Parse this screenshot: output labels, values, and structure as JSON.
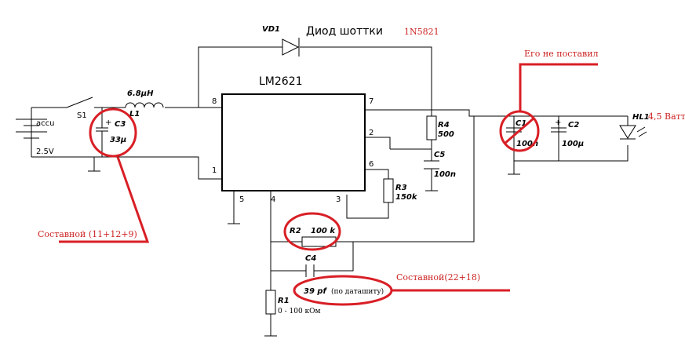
{
  "title": {
    "diode_label": "Диод шоттки",
    "diode_part": "1N5821"
  },
  "chip": {
    "name": "LM2621",
    "pins": [
      "8",
      "7",
      "2",
      "6",
      "1",
      "5",
      "4",
      "3"
    ]
  },
  "components": {
    "battery": {
      "name": "accu",
      "voltage": "2.5V"
    },
    "switch": {
      "name": "S1"
    },
    "inductor": {
      "value": "6.8μH",
      "name": "L1"
    },
    "c3": {
      "name": "C3",
      "value": "33μ"
    },
    "vd1": {
      "name": "VD1"
    },
    "r4": {
      "name": "R4",
      "value": "500"
    },
    "c5": {
      "name": "C5",
      "value": "100n"
    },
    "r3": {
      "name": "R3",
      "value": "150k"
    },
    "c1": {
      "name": "C1",
      "value": "100n"
    },
    "c2": {
      "name": "C2",
      "value": "100μ"
    },
    "hl1": {
      "name": "HL1"
    },
    "r2": {
      "name": "R2",
      "value": "100 k"
    },
    "c4": {
      "name": "C4",
      "value": "39 pf"
    },
    "r1": {
      "name": "R1",
      "value": "0 - 100 кОм"
    }
  },
  "annotations": {
    "not_installed": "Его не поставил",
    "led_power": "4,5 Ватт",
    "composite_c3": "Составной (11+12+9)",
    "composite_c4": "Составной(22+18)",
    "datasheet": "(по даташиту)"
  },
  "colors": {
    "annotation": "#d81f26",
    "wire": "#000000"
  }
}
